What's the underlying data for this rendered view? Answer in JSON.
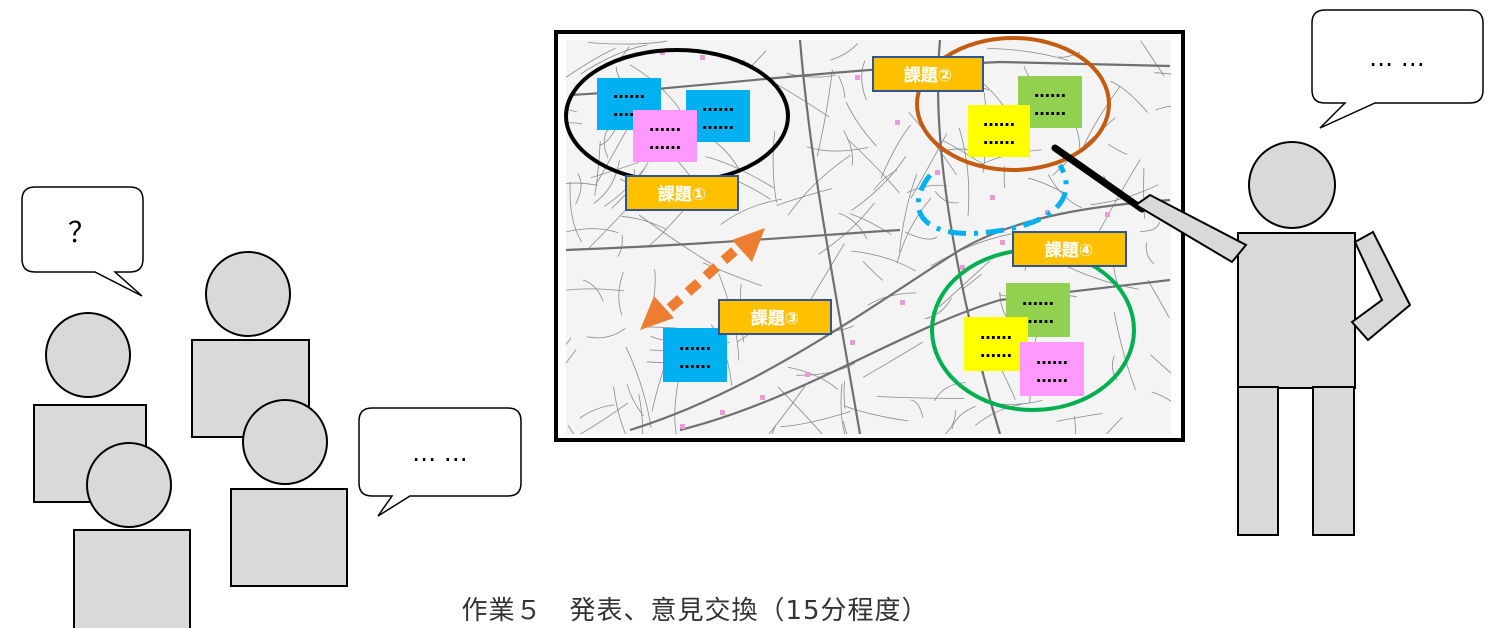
{
  "caption": "作業５　発表、意見交換（15分程度）",
  "speech": {
    "presenter": "… …",
    "question": "？",
    "listener": "… …"
  },
  "map": {
    "issues": [
      "課題①",
      "課題②",
      "課題③",
      "課題④"
    ],
    "note_text": "……"
  },
  "colors": {
    "person_fill": "#d9d9d9",
    "issue_label_fill": "#ffc000",
    "note_blue": "#00b0f0",
    "note_pink": "#ff99ff",
    "note_green": "#92d050",
    "note_yellow": "#ffff00",
    "circle_issue1": "#000000",
    "circle_issue2": "#c55a11",
    "circle_issue4": "#00b050",
    "arrow_orange": "#ed7d31",
    "dashed_blue": "#00b0f0"
  }
}
